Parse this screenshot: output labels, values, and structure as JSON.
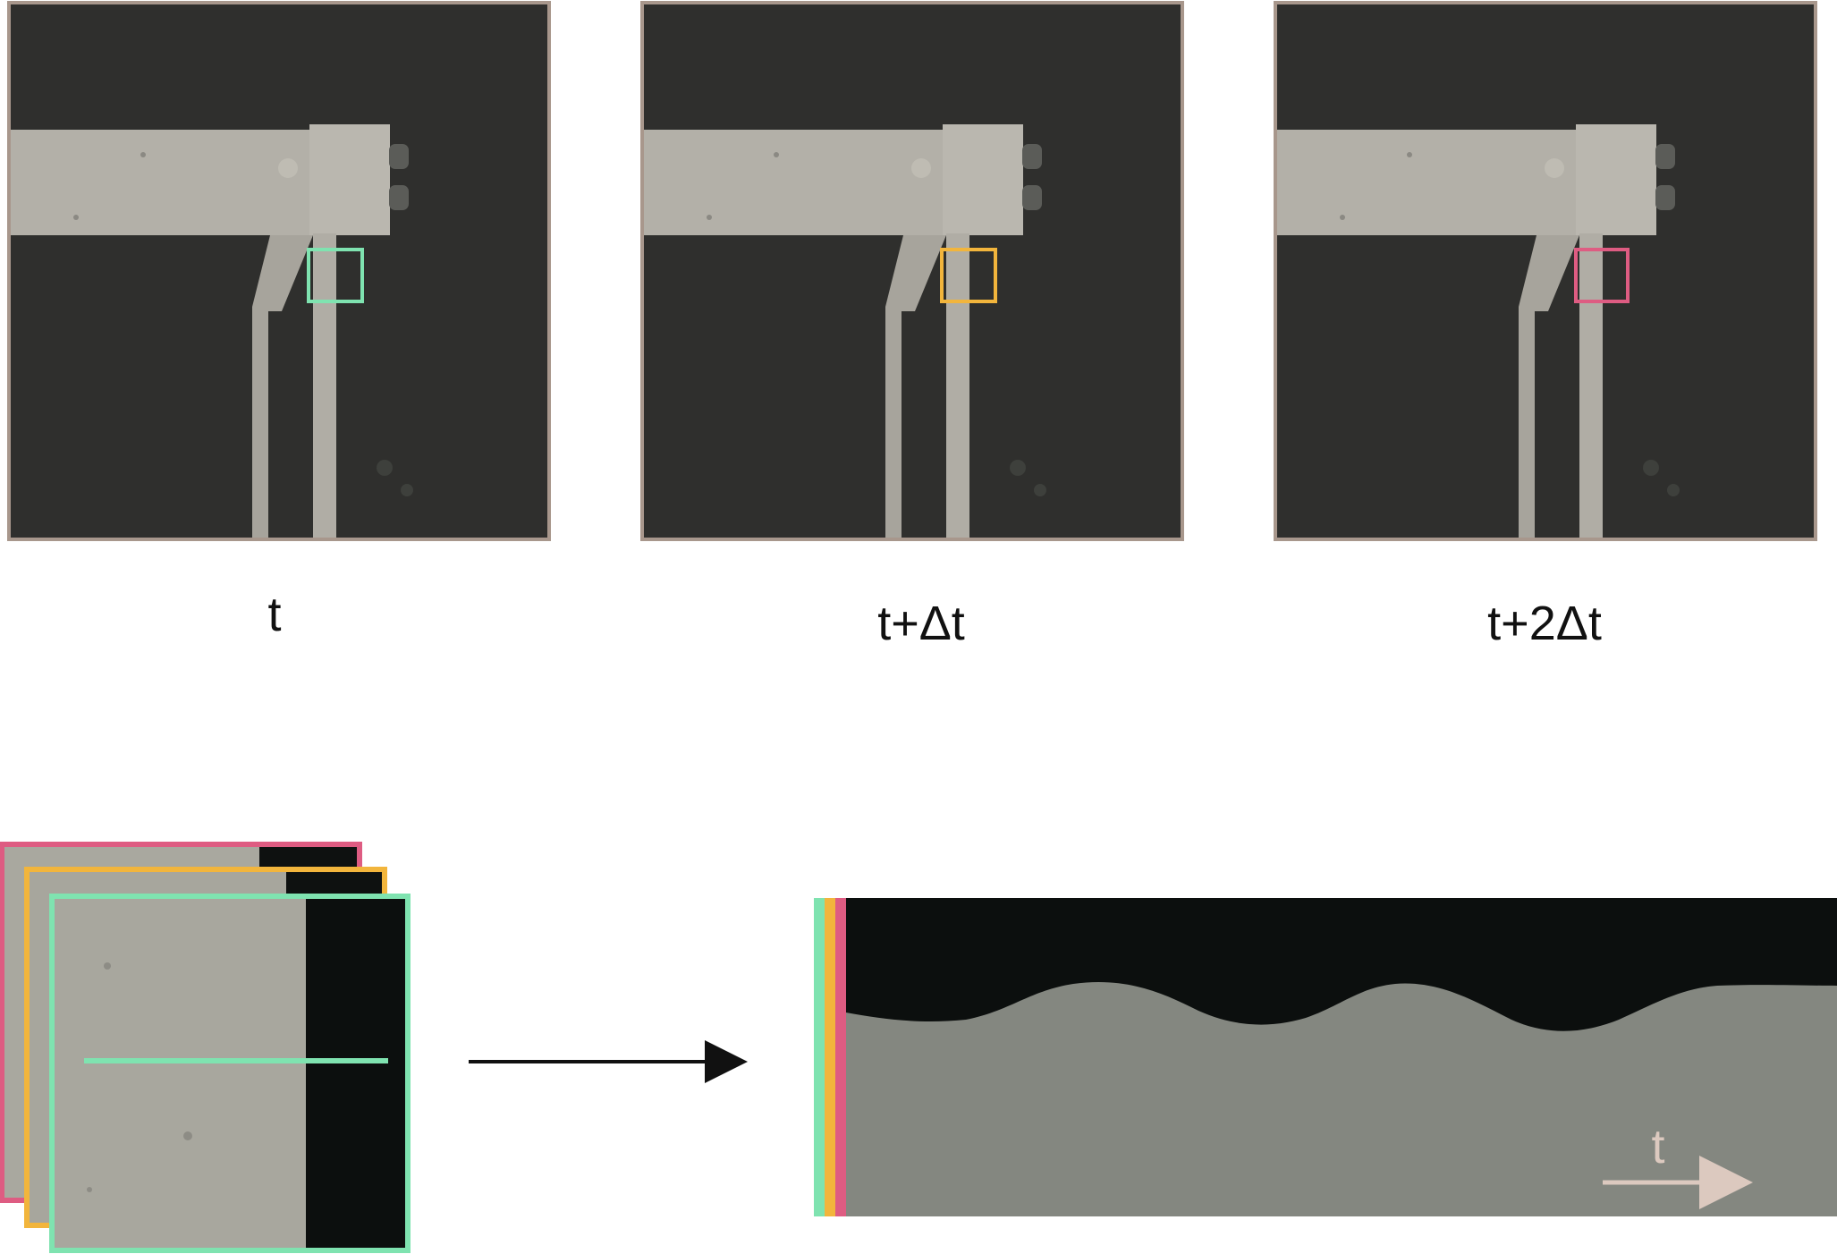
{
  "frames": [
    {
      "label": "t",
      "roi_color": "#7fe3b0"
    },
    {
      "label": "t+Δt",
      "roi_color": "#f2b53c"
    },
    {
      "label": "t+2Δt",
      "roi_color": "#de5c82"
    }
  ],
  "stack": {
    "colors": [
      "#de5c82",
      "#f2b53c",
      "#7fe3b0"
    ]
  },
  "kymograph": {
    "time_label": "t"
  },
  "colors": {
    "frame_border": "#a8978c",
    "background_dark": "#2b2c2a",
    "beam": "#b0ada5",
    "kymo_dark": "#0c0f0e",
    "kymo_light": "#848780",
    "time_arrow": "#dcc9bf",
    "arrow": "#111111"
  }
}
